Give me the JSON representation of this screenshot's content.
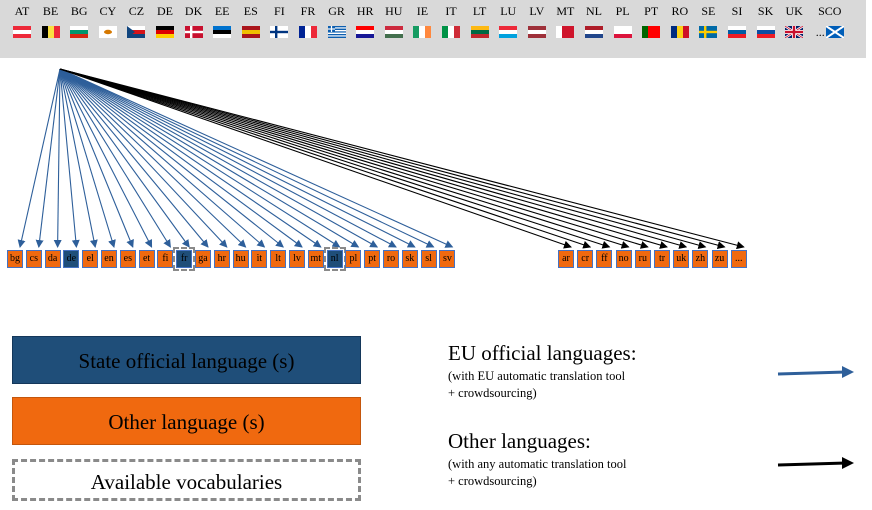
{
  "countries": [
    {
      "code": "AT",
      "flag": [
        "#ED2939",
        "#FFFFFF",
        "#ED2939"
      ],
      "dir": "h"
    },
    {
      "code": "BE",
      "flag": [
        "#000000",
        "#FAE042",
        "#ED2939"
      ],
      "dir": "v"
    },
    {
      "code": "BG",
      "flag": [
        "#FFFFFF",
        "#00966E",
        "#D62612"
      ],
      "dir": "h"
    },
    {
      "code": "CY",
      "flag": [
        "#FFFFFF",
        "#FFFFFF",
        "#FFFFFF"
      ],
      "dir": "h",
      "mark": "#D57800"
    },
    {
      "code": "CZ",
      "flag": [
        "#FFFFFF",
        "#D7141A",
        "#11457E"
      ],
      "dir": "h",
      "wedge": "#11457E"
    },
    {
      "code": "DE",
      "flag": [
        "#000000",
        "#DD0000",
        "#FFCE00"
      ],
      "dir": "h"
    },
    {
      "code": "DK",
      "flag": [
        "#C8102E",
        "#C8102E",
        "#C8102E"
      ],
      "dir": "h",
      "cross": "#FFFFFF"
    },
    {
      "code": "EE",
      "flag": [
        "#0072CE",
        "#000000",
        "#FFFFFF"
      ],
      "dir": "h"
    },
    {
      "code": "ES",
      "flag": [
        "#AA151B",
        "#F1BF00",
        "#AA151B"
      ],
      "dir": "h"
    },
    {
      "code": "FI",
      "flag": [
        "#FFFFFF",
        "#FFFFFF",
        "#FFFFFF"
      ],
      "dir": "h",
      "cross": "#003580"
    },
    {
      "code": "FR",
      "flag": [
        "#002395",
        "#FFFFFF",
        "#ED2939"
      ],
      "dir": "v"
    },
    {
      "code": "GR",
      "flag": [
        "#0D5EAF",
        "#FFFFFF",
        "#0D5EAF"
      ],
      "dir": "h",
      "stripes": true
    },
    {
      "code": "HR",
      "flag": [
        "#FF0000",
        "#FFFFFF",
        "#171796"
      ],
      "dir": "h"
    },
    {
      "code": "HU",
      "flag": [
        "#CD2A3E",
        "#FFFFFF",
        "#436F4D"
      ],
      "dir": "h"
    },
    {
      "code": "IE",
      "flag": [
        "#169B62",
        "#FFFFFF",
        "#FF883E"
      ],
      "dir": "v"
    },
    {
      "code": "IT",
      "flag": [
        "#009246",
        "#FFFFFF",
        "#CE2B37"
      ],
      "dir": "v"
    },
    {
      "code": "LT",
      "flag": [
        "#FDB913",
        "#006A44",
        "#C1272D"
      ],
      "dir": "h"
    },
    {
      "code": "LU",
      "flag": [
        "#ED2939",
        "#FFFFFF",
        "#00A1DE"
      ],
      "dir": "h"
    },
    {
      "code": "LV",
      "flag": [
        "#9E3039",
        "#FFFFFF",
        "#9E3039"
      ],
      "dir": "h"
    },
    {
      "code": "MT",
      "flag": [
        "#FFFFFF",
        "#CF142B",
        "#CF142B"
      ],
      "dir": "v"
    },
    {
      "code": "NL",
      "flag": [
        "#AE1C28",
        "#FFFFFF",
        "#21468B"
      ],
      "dir": "h"
    },
    {
      "code": "PL",
      "flag": [
        "#FFFFFF",
        "#FFFFFF",
        "#DC143C"
      ],
      "dir": "h"
    },
    {
      "code": "PT",
      "flag": [
        "#006600",
        "#FF0000",
        "#FF0000"
      ],
      "dir": "v"
    },
    {
      "code": "RO",
      "flag": [
        "#002B7F",
        "#FCD116",
        "#CE1126"
      ],
      "dir": "v"
    },
    {
      "code": "SE",
      "flag": [
        "#006AA7",
        "#006AA7",
        "#006AA7"
      ],
      "dir": "h",
      "cross": "#FECC00"
    },
    {
      "code": "SI",
      "flag": [
        "#FFFFFF",
        "#005DA4",
        "#ED1C24"
      ],
      "dir": "h"
    },
    {
      "code": "SK",
      "flag": [
        "#FFFFFF",
        "#0B4EA2",
        "#EE1C25"
      ],
      "dir": "h"
    },
    {
      "code": "UK",
      "flag": [
        "#012169",
        "#012169",
        "#012169"
      ],
      "dir": "h",
      "union": true
    },
    {
      "code": "SCO",
      "flag": [
        "#005EB8",
        "#005EB8",
        "#005EB8"
      ],
      "dir": "h",
      "saltire": "#FFFFFF",
      "ellipsis": "..."
    }
  ],
  "eu_languages": [
    {
      "code": "bg",
      "kind": "other"
    },
    {
      "code": "cs",
      "kind": "other"
    },
    {
      "code": "da",
      "kind": "other"
    },
    {
      "code": "de",
      "kind": "state"
    },
    {
      "code": "el",
      "kind": "other"
    },
    {
      "code": "en",
      "kind": "other"
    },
    {
      "code": "es",
      "kind": "other"
    },
    {
      "code": "et",
      "kind": "other"
    },
    {
      "code": "fi",
      "kind": "other"
    },
    {
      "code": "fr",
      "kind": "state",
      "vocab": true
    },
    {
      "code": "ga",
      "kind": "other"
    },
    {
      "code": "hr",
      "kind": "other"
    },
    {
      "code": "hu",
      "kind": "other"
    },
    {
      "code": "it",
      "kind": "other"
    },
    {
      "code": "lt",
      "kind": "other"
    },
    {
      "code": "lv",
      "kind": "other"
    },
    {
      "code": "mt",
      "kind": "other"
    },
    {
      "code": "nl",
      "kind": "state",
      "vocab": true
    },
    {
      "code": "pl",
      "kind": "other"
    },
    {
      "code": "pt",
      "kind": "other"
    },
    {
      "code": "ro",
      "kind": "other"
    },
    {
      "code": "sk",
      "kind": "other"
    },
    {
      "code": "sl",
      "kind": "other"
    },
    {
      "code": "sv",
      "kind": "other"
    }
  ],
  "other_languages": [
    {
      "code": "ar",
      "kind": "other"
    },
    {
      "code": "cr",
      "kind": "other"
    },
    {
      "code": "ff",
      "kind": "other"
    },
    {
      "code": "no",
      "kind": "other"
    },
    {
      "code": "ru",
      "kind": "other"
    },
    {
      "code": "tr",
      "kind": "other"
    },
    {
      "code": "uk",
      "kind": "other"
    },
    {
      "code": "zh",
      "kind": "other"
    },
    {
      "code": "zu",
      "kind": "other"
    },
    {
      "code": "...",
      "kind": "other"
    }
  ],
  "colors": {
    "state": "#1f4e79",
    "other": "#f0690f",
    "eu_arrow": "#2e5f9a",
    "other_arrow": "#000000"
  },
  "legend": {
    "state": "State official language (s)",
    "other": "Other language (s)",
    "vocab": "Available vocabularies"
  },
  "eu_official": {
    "title": "EU official languages:",
    "line1": "(with EU automatic translation tool",
    "line2": "+ crowdsourcing)"
  },
  "other_langs": {
    "title": "Other languages:",
    "line1": "(with any automatic translation tool",
    "line2": "+ crowdsourcing)"
  }
}
